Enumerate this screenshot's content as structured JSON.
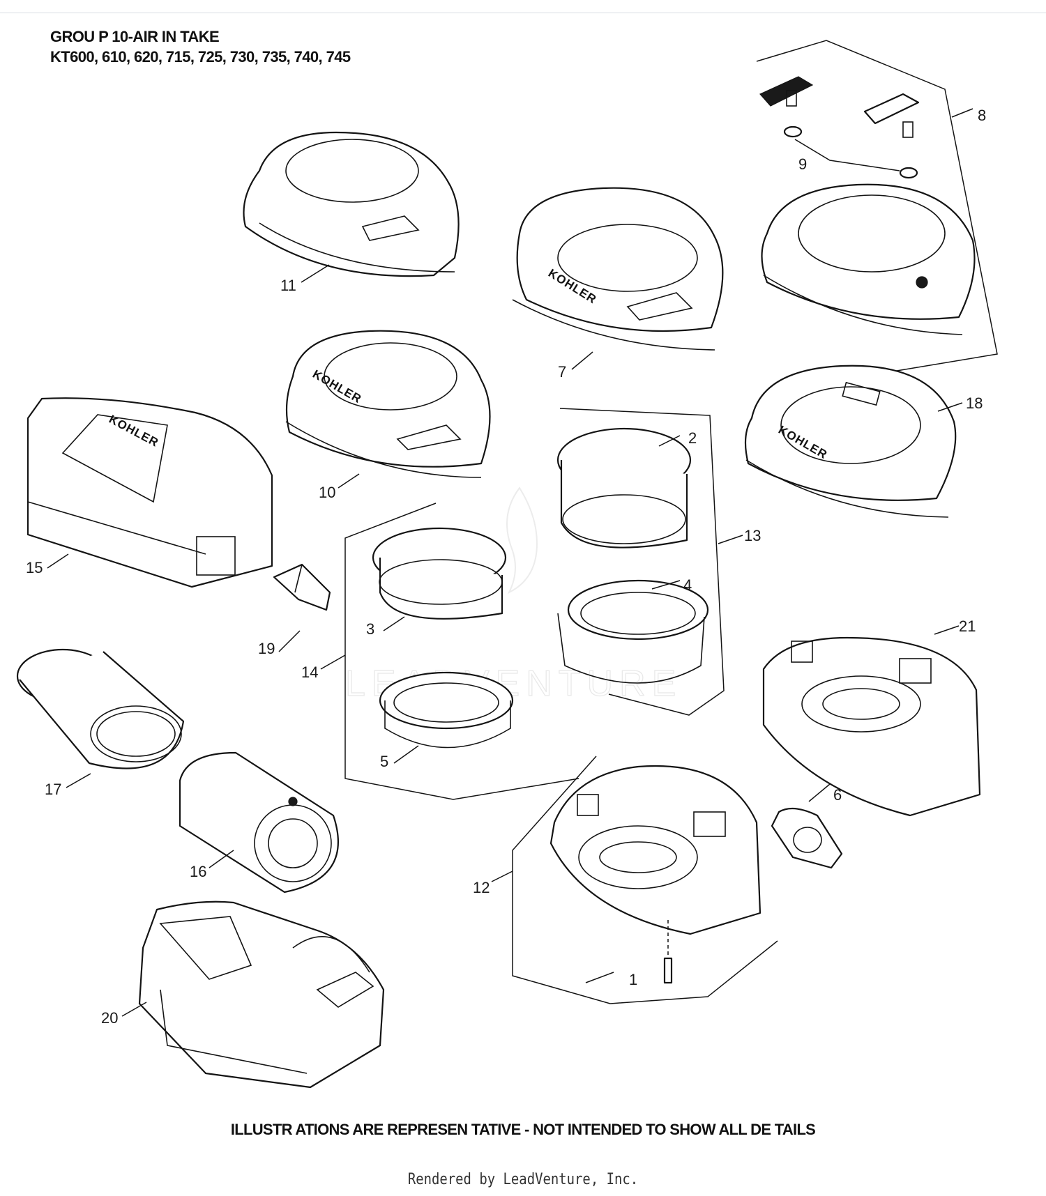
{
  "header": {
    "group_title": "GROU P 10-AIR IN TAKE",
    "models": "KT600, 610, 620, 715, 725, 730, 735, 740, 745"
  },
  "diagram": {
    "logo_text": "KOHLER",
    "watermark_text": "LEADVENTURE",
    "callouts": [
      "1",
      "2",
      "3",
      "4",
      "5",
      "6",
      "7",
      "8",
      "9",
      "10",
      "11",
      "12",
      "13",
      "14",
      "15",
      "16",
      "17",
      "18",
      "19",
      "20",
      "21"
    ]
  },
  "footer": {
    "note": "ILLUSTR ATIONS ARE REPRESEN TATIVE - NOT INTENDED   TO SHOW ALL DE TAILS",
    "rendered_by": "Rendered by LeadVenture, Inc."
  }
}
